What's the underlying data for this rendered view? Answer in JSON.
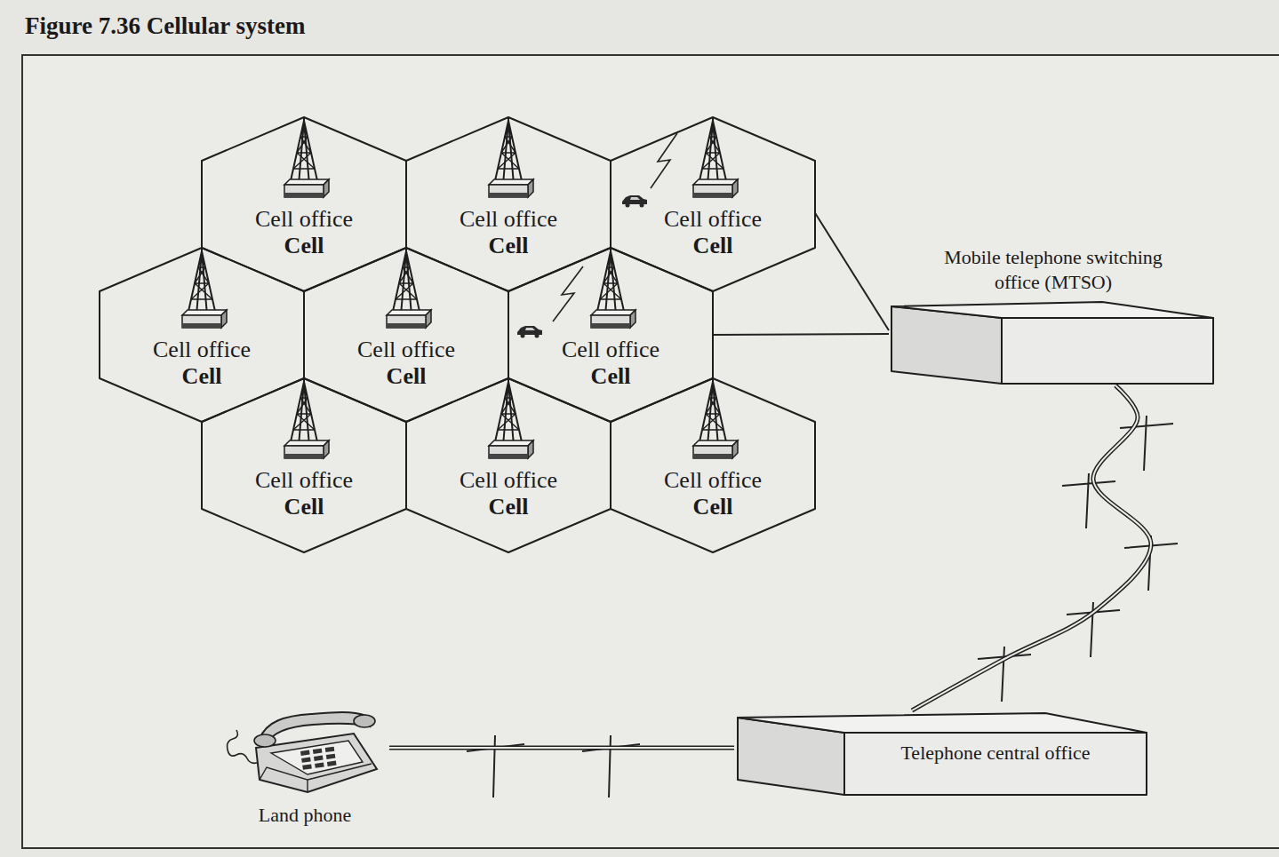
{
  "diagram": {
    "title": "Figure 7.36 Cellular system",
    "nodes": [
      {
        "text": [
          "Cell office",
          "Cell"
        ]
      },
      {
        "text": [
          "Cell office",
          "Cell"
        ]
      },
      {
        "text": [
          "Cell office",
          "Cell"
        ]
      },
      {
        "text": [
          "Cell office",
          "Cell"
        ]
      },
      {
        "text": [
          "Cell office",
          "Cell"
        ]
      },
      {
        "text": [
          "Cell office",
          "Cell"
        ]
      },
      {
        "text": [
          "Cell office",
          "Cell"
        ]
      },
      {
        "text": [
          "Cell office",
          "Cell"
        ]
      },
      {
        "text": [
          "Cell office",
          "Cell"
        ]
      },
      {
        "text": [
          "Mobile telephone switching office (MTSO)"
        ]
      },
      {
        "text": [
          "Telephone central office"
        ]
      },
      {
        "text": [
          "Land phone"
        ]
      }
    ],
    "edges": [
      {
        "from": 2,
        "to": 9,
        "arrow": "none"
      },
      {
        "from": 5,
        "to": 9,
        "arrow": "none"
      },
      {
        "from": 9,
        "to": 10,
        "arrow": "none"
      },
      {
        "from": 11,
        "to": 10,
        "arrow": "none"
      }
    ]
  }
}
